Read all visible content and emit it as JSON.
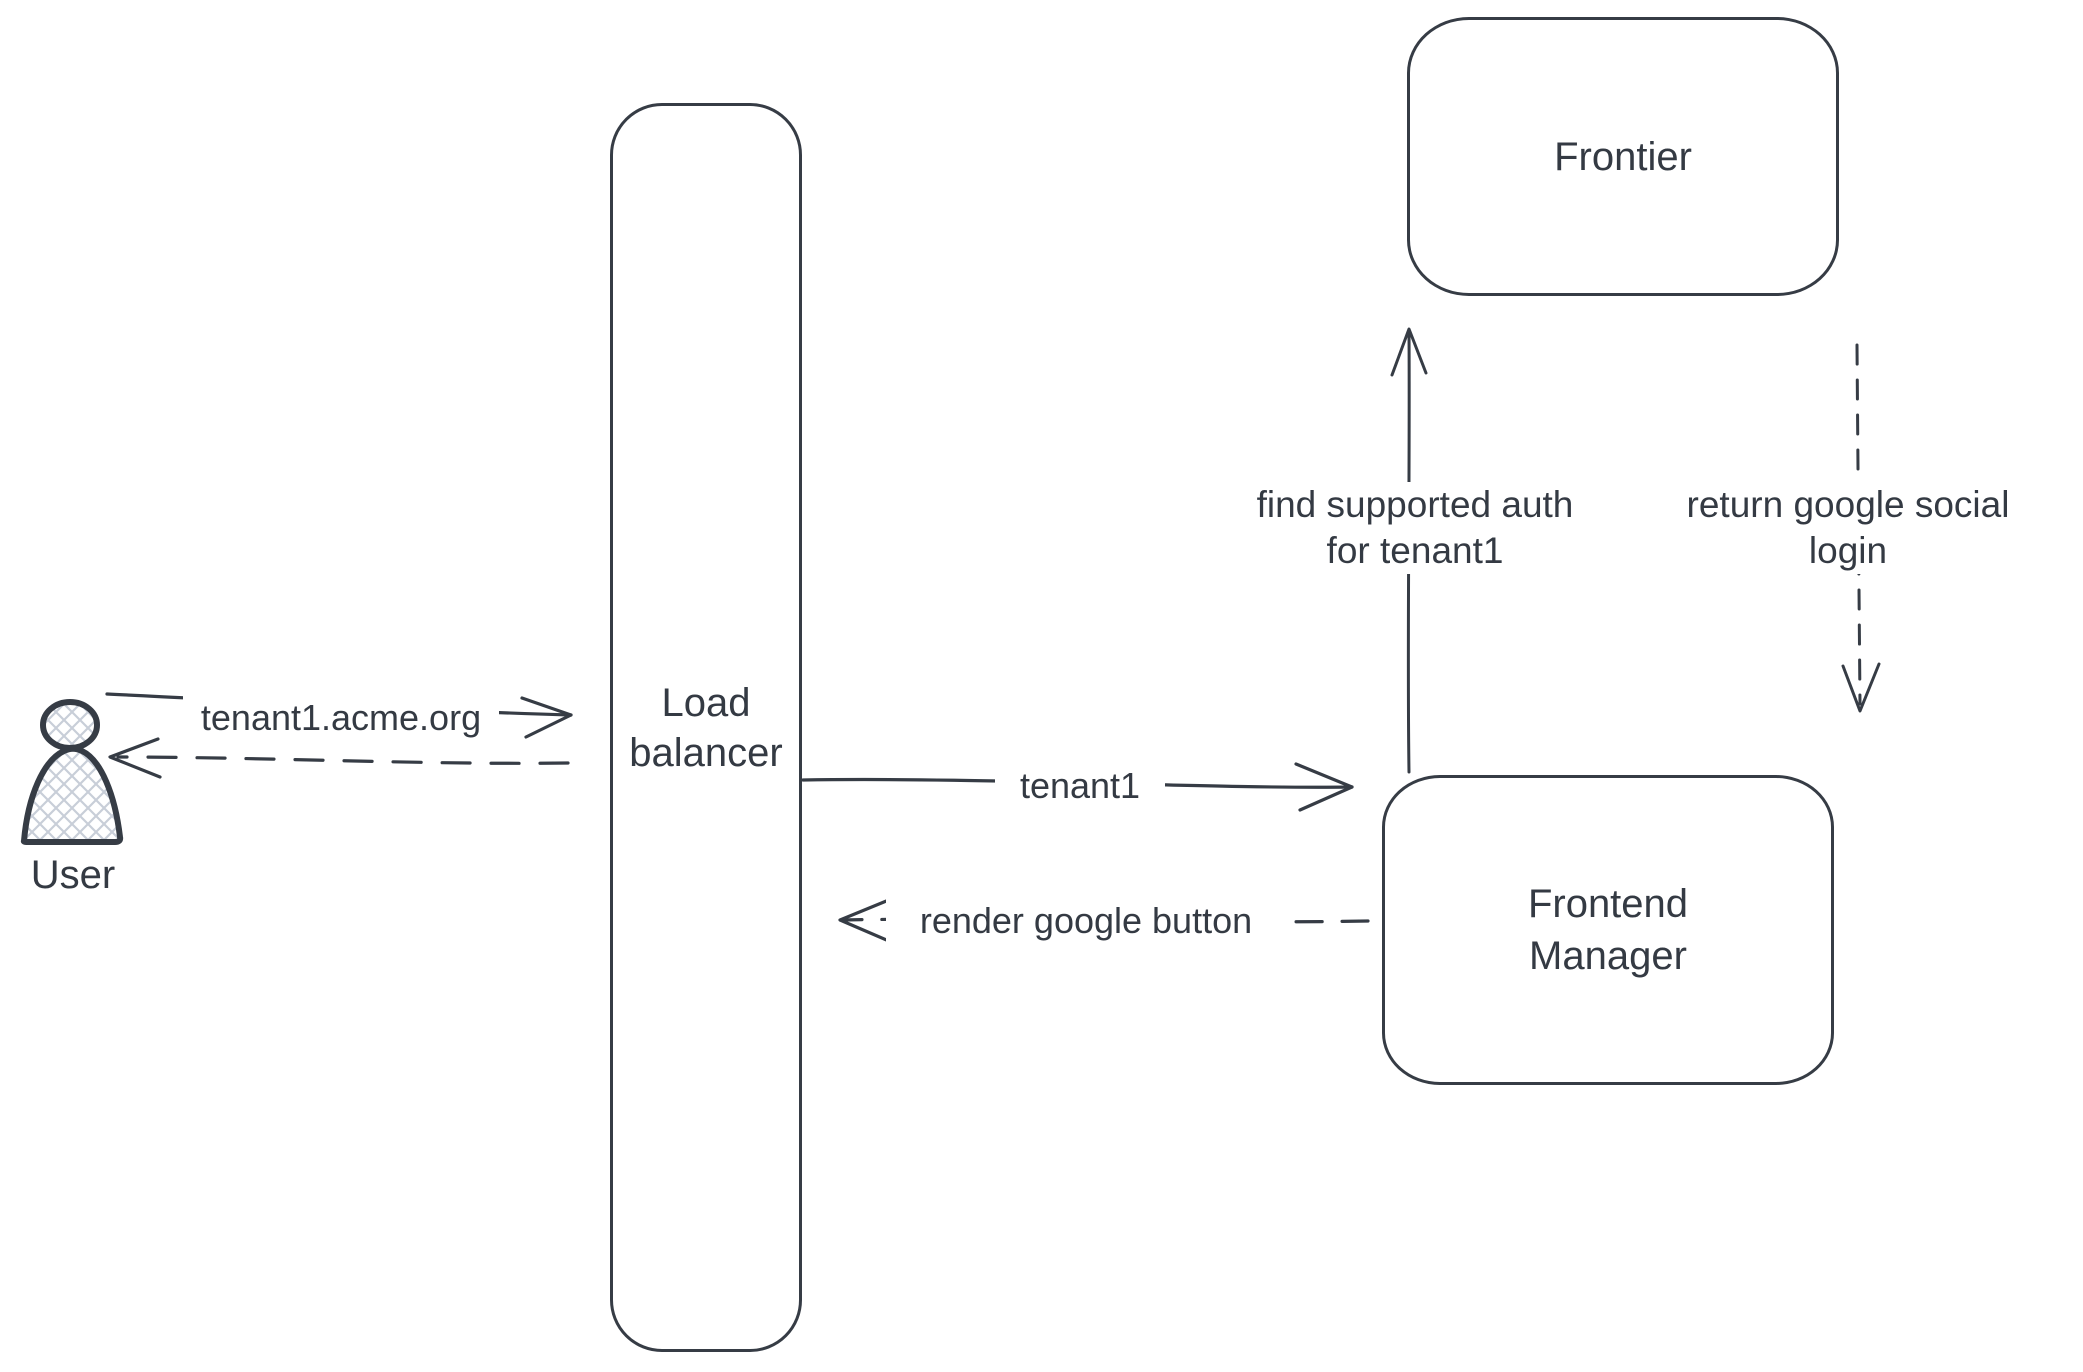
{
  "diagram": {
    "type": "sequence-architecture-sketch",
    "background": "#ffffff",
    "stroke_color": "#363c45",
    "text_color": "#343a43",
    "hatch_fill_color": "#c8ced8"
  },
  "nodes": {
    "user": {
      "label": "User",
      "shape": "person-icon"
    },
    "load_balancer": {
      "lines": [
        "Load",
        "balancer"
      ],
      "shape": "tall-rounded-rect"
    },
    "frontier": {
      "label": "Frontier",
      "shape": "rounded-rect"
    },
    "frontend_manager": {
      "lines": [
        "Frontend",
        "Manager"
      ],
      "shape": "rounded-rect"
    }
  },
  "edges": {
    "user_to_load_balancer": {
      "label": "tenant1.acme.org",
      "style": "solid",
      "direction": "right"
    },
    "load_balancer_to_user": {
      "label": "",
      "style": "dashed",
      "direction": "left"
    },
    "load_balancer_to_frontend_manager": {
      "label": "tenant1",
      "style": "solid",
      "direction": "right"
    },
    "frontend_manager_to_load_balancer": {
      "label": "render google button",
      "style": "dashed",
      "direction": "left"
    },
    "frontend_manager_to_frontier": {
      "lines": [
        "find supported auth",
        "for tenant1"
      ],
      "style": "solid",
      "direction": "up"
    },
    "frontier_to_frontend_manager": {
      "lines": [
        "return google social",
        "login"
      ],
      "style": "dashed",
      "direction": "down"
    }
  }
}
